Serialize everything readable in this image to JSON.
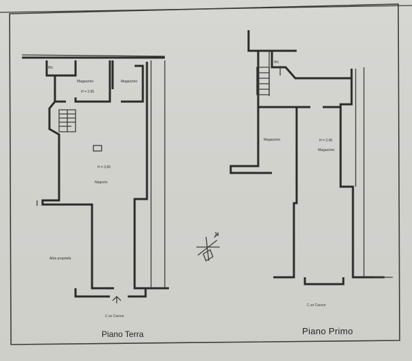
{
  "plans": {
    "ground": {
      "title": "Piano Terra",
      "rooms": {
        "wc": "Wc",
        "magazzino_1": "Magazzino",
        "magazzino_1_height": "H = 2,95",
        "magazzino_2": "Magazzino",
        "negozio": "Negozio",
        "negozio_height": "H = 3,65",
        "other": "Altra proprietà"
      },
      "street": "C.so Cavour"
    },
    "first": {
      "title": "Piano Primo",
      "rooms": {
        "wc": "Wc",
        "magazzino_1": "Magazzino",
        "magazzino_2": "Magazzino",
        "magazzino_2_height": "H = 2,45"
      },
      "street": "C.so Cavour"
    }
  },
  "compass": {
    "north_label": "N"
  },
  "colors": {
    "paper": "#d3d3ce",
    "ink": "#2b2b2b"
  }
}
